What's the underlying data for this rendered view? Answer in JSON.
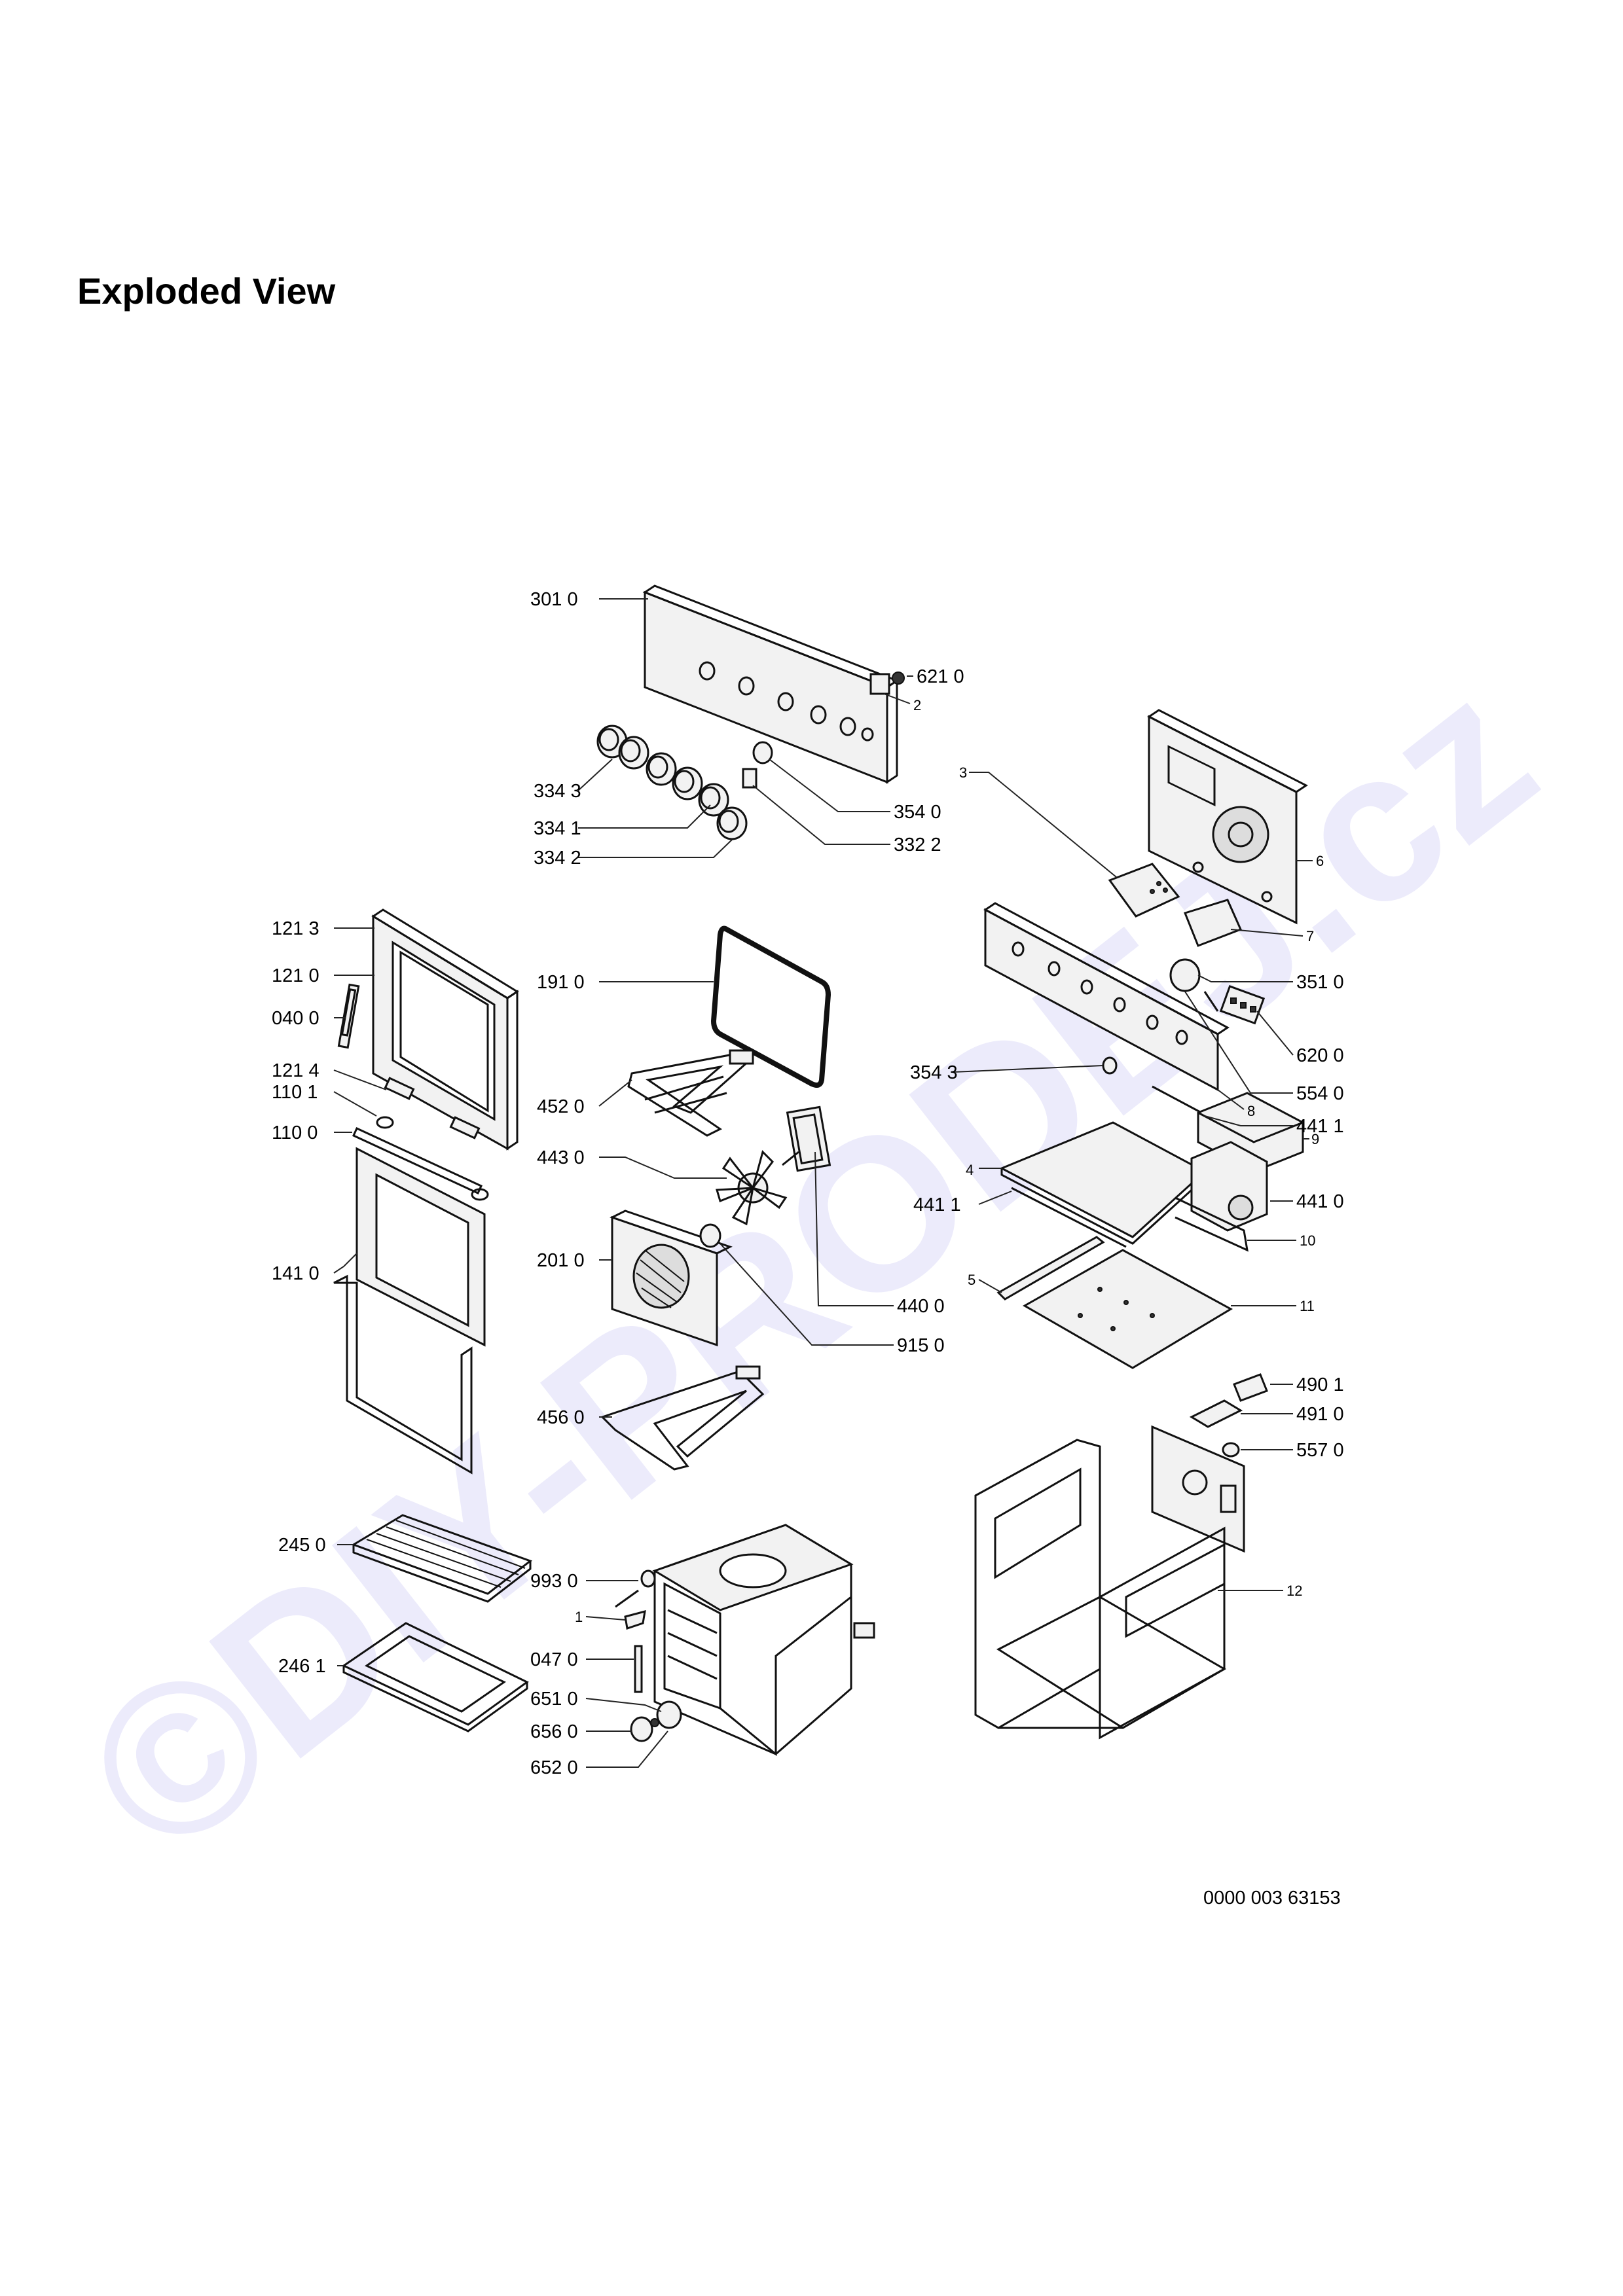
{
  "title": "Exploded View",
  "watermark": "©DIY-PRODEJ.cz",
  "doc_number": "0000 003 63153",
  "labels": {
    "l3010": "301 0",
    "l6210": "621 0",
    "l2": "2",
    "l3343": "334 3",
    "l3341": "334 1",
    "l3342": "334 2",
    "l3540": "354 0",
    "l3322": "332 2",
    "l3": "3",
    "l6": "6",
    "l7": "7",
    "l3510": "351 0",
    "l6200": "620 0",
    "l5540": "554 0",
    "l8": "8",
    "l4411a": "441 1",
    "l3543": "354 3",
    "l1213": "121 3",
    "l1210": "121 0",
    "l0400": "040 0",
    "l1214": "121 4",
    "l1101": "110 1",
    "l1100": "110 0",
    "l1410": "141 0",
    "l1910": "191 0",
    "l4520": "452 0",
    "l4430": "443 0",
    "l2010": "201 0",
    "l4400": "440 0",
    "l9150": "915 0",
    "l4560": "456 0",
    "l4": "4",
    "l4411b": "441 1",
    "l9": "9",
    "l4410": "441 0",
    "l5": "5",
    "l10": "10",
    "l11": "11",
    "l4901": "490 1",
    "l4910": "491 0",
    "l5570": "557 0",
    "l12": "12",
    "l2450": "245 0",
    "l2461": "246 1",
    "l9930": "993 0",
    "l1": "1",
    "l0470": "047 0",
    "l6510": "651 0",
    "l6560": "656 0",
    "l6520": "652 0"
  }
}
